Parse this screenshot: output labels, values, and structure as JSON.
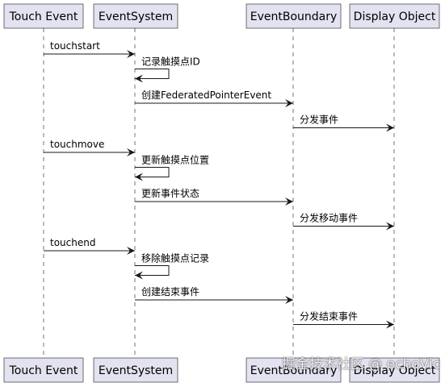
{
  "participants": [
    {
      "id": "touch",
      "label": "Touch Event"
    },
    {
      "id": "es",
      "label": "EventSystem"
    },
    {
      "id": "eb",
      "label": "EventBoundary"
    },
    {
      "id": "do",
      "label": "Display Object"
    }
  ],
  "messages": [
    {
      "from": "touch",
      "to": "es",
      "label": "touchstart"
    },
    {
      "from": "es",
      "to": "es",
      "label": "记录触摸点ID"
    },
    {
      "from": "es",
      "to": "eb",
      "label": "创建FederatedPointerEvent"
    },
    {
      "from": "eb",
      "to": "do",
      "label": "分发事件"
    },
    {
      "from": "touch",
      "to": "es",
      "label": "touchmove"
    },
    {
      "from": "es",
      "to": "es",
      "label": "更新触摸点位置"
    },
    {
      "from": "es",
      "to": "eb",
      "label": "更新事件状态"
    },
    {
      "from": "eb",
      "to": "do",
      "label": "分发移动事件"
    },
    {
      "from": "touch",
      "to": "es",
      "label": "touchend"
    },
    {
      "from": "es",
      "to": "es",
      "label": "移除触摸点记录"
    },
    {
      "from": "es",
      "to": "eb",
      "label": "创建结束事件"
    },
    {
      "from": "eb",
      "to": "do",
      "label": "分发结束事件"
    }
  ],
  "watermark": "掘金技术社区 @ echoVic",
  "colors": {
    "box_fill": "#e2e2f0",
    "line": "#181818"
  }
}
